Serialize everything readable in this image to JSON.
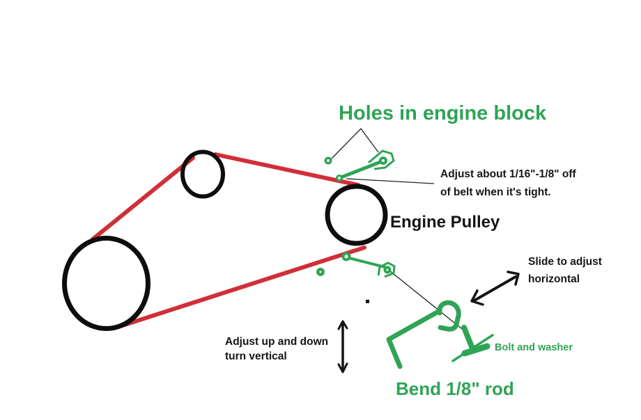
{
  "figure": {
    "kind": "hand-drawn belt tensioner diagram",
    "title": "Holes in engine block",
    "labels": {
      "engine_pulley": "Engine Pulley",
      "adjust_off_note": "Adjust about 1/16\"-1/8\" off\nof belt when it's tight.",
      "slide_note": "Slide to adjust\nhorizontal",
      "up_down_note": "Adjust up and down\n turn vertical",
      "bolt_washer": "Bolt and washer",
      "bend_rod": "Bend 1/8\" rod"
    },
    "colors": {
      "belt_red": "#d02f38",
      "annotation_green": "#2fa455",
      "ink_black": "#141414",
      "background": "#ffffff"
    },
    "shapes": [
      "large-pulley-circle",
      "idler-pulley-circle",
      "engine-pulley-circle",
      "belt-segment-left",
      "belt-segment-top",
      "belt-segment-bottom",
      "engine-block-hole-dot-upper",
      "engine-block-hole-dot-lower",
      "tensioner-bracket-upper",
      "tensioner-bracket-lower",
      "tensioner-rod-upper",
      "tensioner-rod-lower",
      "bent-rod-hook",
      "bolt-and-washer",
      "vertical-adjust-arrow",
      "horizontal-adjust-arrow",
      "pointer-lines"
    ]
  }
}
